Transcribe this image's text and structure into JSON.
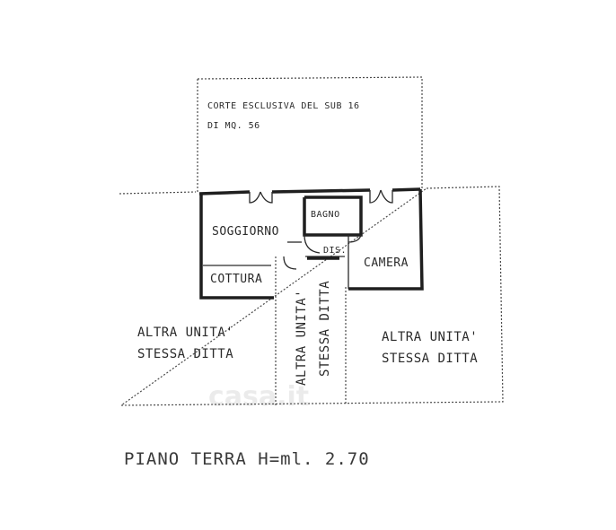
{
  "labels": {
    "corte_line1": "CORTE ESCLUSIVA DEL SUB 16",
    "corte_line2": "DI MQ. 56",
    "soggiorno": "SOGGIORNO",
    "bagno": "BAGNO",
    "dis": "DIS.",
    "camera": "CAMERA",
    "cottura": "COTTURA",
    "left_unit_line1": "ALTRA UNITA'",
    "left_unit_line2": "STESSA DITTA",
    "right_unit_line1": "ALTRA UNITA'",
    "right_unit_line2": "STESSA DITTA",
    "center_unit_line1": "ALTRA UNITA'",
    "center_unit_line2": "STESSA DITTA"
  },
  "caption": "PIANO TERRA H=ml. 2.70",
  "watermark": "casa.it"
}
